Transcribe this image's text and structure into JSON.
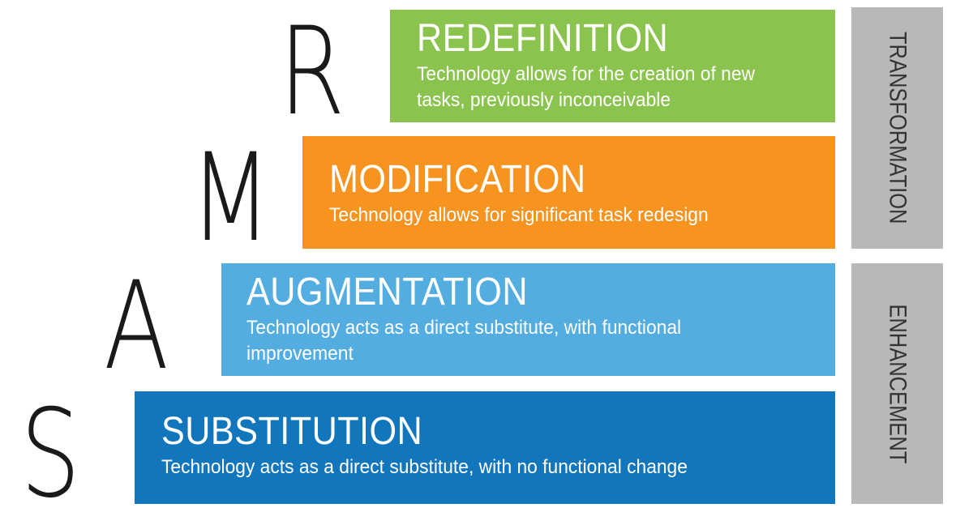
{
  "levels": [
    {
      "letter": "R",
      "title": "REDEFINITION",
      "description": "Technology allows for the creation of new tasks, previously inconceivable",
      "color": "#8bc34f"
    },
    {
      "letter": "M",
      "title": "MODIFICATION",
      "description": "Technology allows for significant task redesign",
      "color": "#f7931f"
    },
    {
      "letter": "A",
      "title": "AUGMENTATION",
      "description": "Technology acts as a direct substitute, with functional improvement",
      "color": "#54ade0"
    },
    {
      "letter": "S",
      "title": "SUBSTITUTION",
      "description": "Technology acts as a direct substitute, with no functional change",
      "color": "#1276bd"
    }
  ],
  "groups": [
    {
      "label": "TRANSFORMATION",
      "color": "#b8b8b8"
    },
    {
      "label": "ENHANCEMENT",
      "color": "#b8b8b8"
    }
  ]
}
